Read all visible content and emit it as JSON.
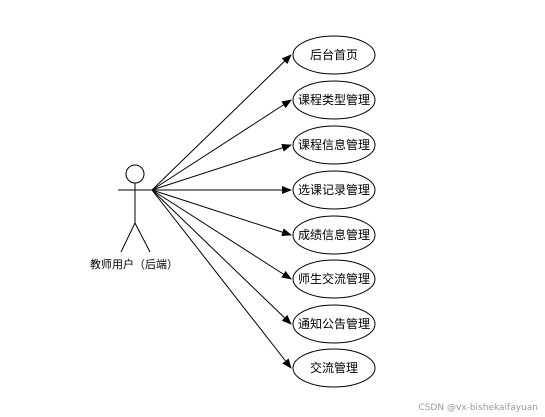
{
  "actor": {
    "label": "教师用户（后端）"
  },
  "use_cases": [
    {
      "label": "后台首页"
    },
    {
      "label": "课程类型管理"
    },
    {
      "label": "课程信息管理"
    },
    {
      "label": "选课记录管理"
    },
    {
      "label": "成绩信息管理"
    },
    {
      "label": "师生交流管理"
    },
    {
      "label": "通知公告管理"
    },
    {
      "label": "交流管理"
    }
  ],
  "watermark": "CSDN @vx-bishekaifayuan",
  "colors": {
    "stroke": "#000000",
    "background": "#ffffff",
    "watermark": "#9a9a9a"
  }
}
